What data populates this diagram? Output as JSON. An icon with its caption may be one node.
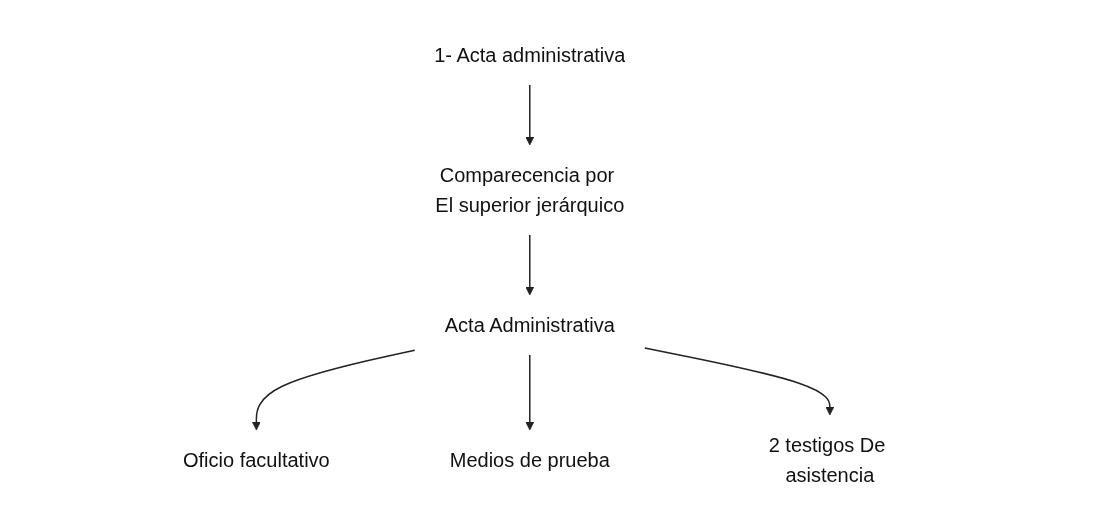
{
  "diagram": {
    "nodes": [
      {
        "text": [
          "1- Acta administrativa"
        ]
      },
      {
        "text": [
          "Comparecencia por El superior jerárquico"
        ]
      },
      {
        "text": [
          "Acta Administrativa"
        ]
      },
      {
        "text": [
          "Oficio facultativo"
        ]
      },
      {
        "text": [
          "Medios de prueba"
        ]
      },
      {
        "text": [
          "2 testigos De asistencia"
        ]
      }
    ],
    "edges": [
      {
        "from": 0,
        "to": 1,
        "arrow": "to"
      },
      {
        "from": 1,
        "to": 2,
        "arrow": "to"
      },
      {
        "from": 2,
        "to": 3,
        "arrow": "to"
      },
      {
        "from": 2,
        "to": 4,
        "arrow": "to"
      },
      {
        "from": 2,
        "to": 5,
        "arrow": "to"
      }
    ]
  }
}
